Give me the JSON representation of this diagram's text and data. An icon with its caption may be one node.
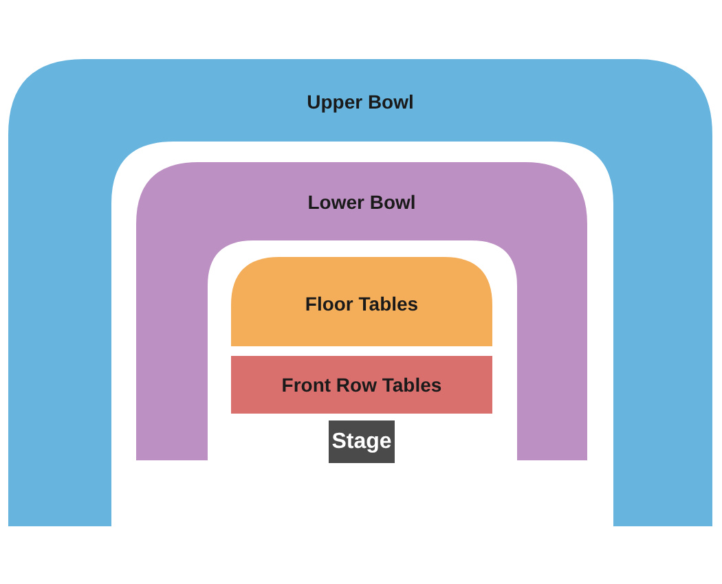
{
  "diagram": {
    "nodes": [
      {
        "text": [
          "Upper Bowl"
        ]
      },
      {
        "text": [
          "Lower Bowl"
        ]
      },
      {
        "text": [
          "Floor Tables"
        ]
      },
      {
        "text": [
          "Front Row Tables"
        ]
      },
      {
        "text": [
          "Stage"
        ]
      }
    ]
  }
}
